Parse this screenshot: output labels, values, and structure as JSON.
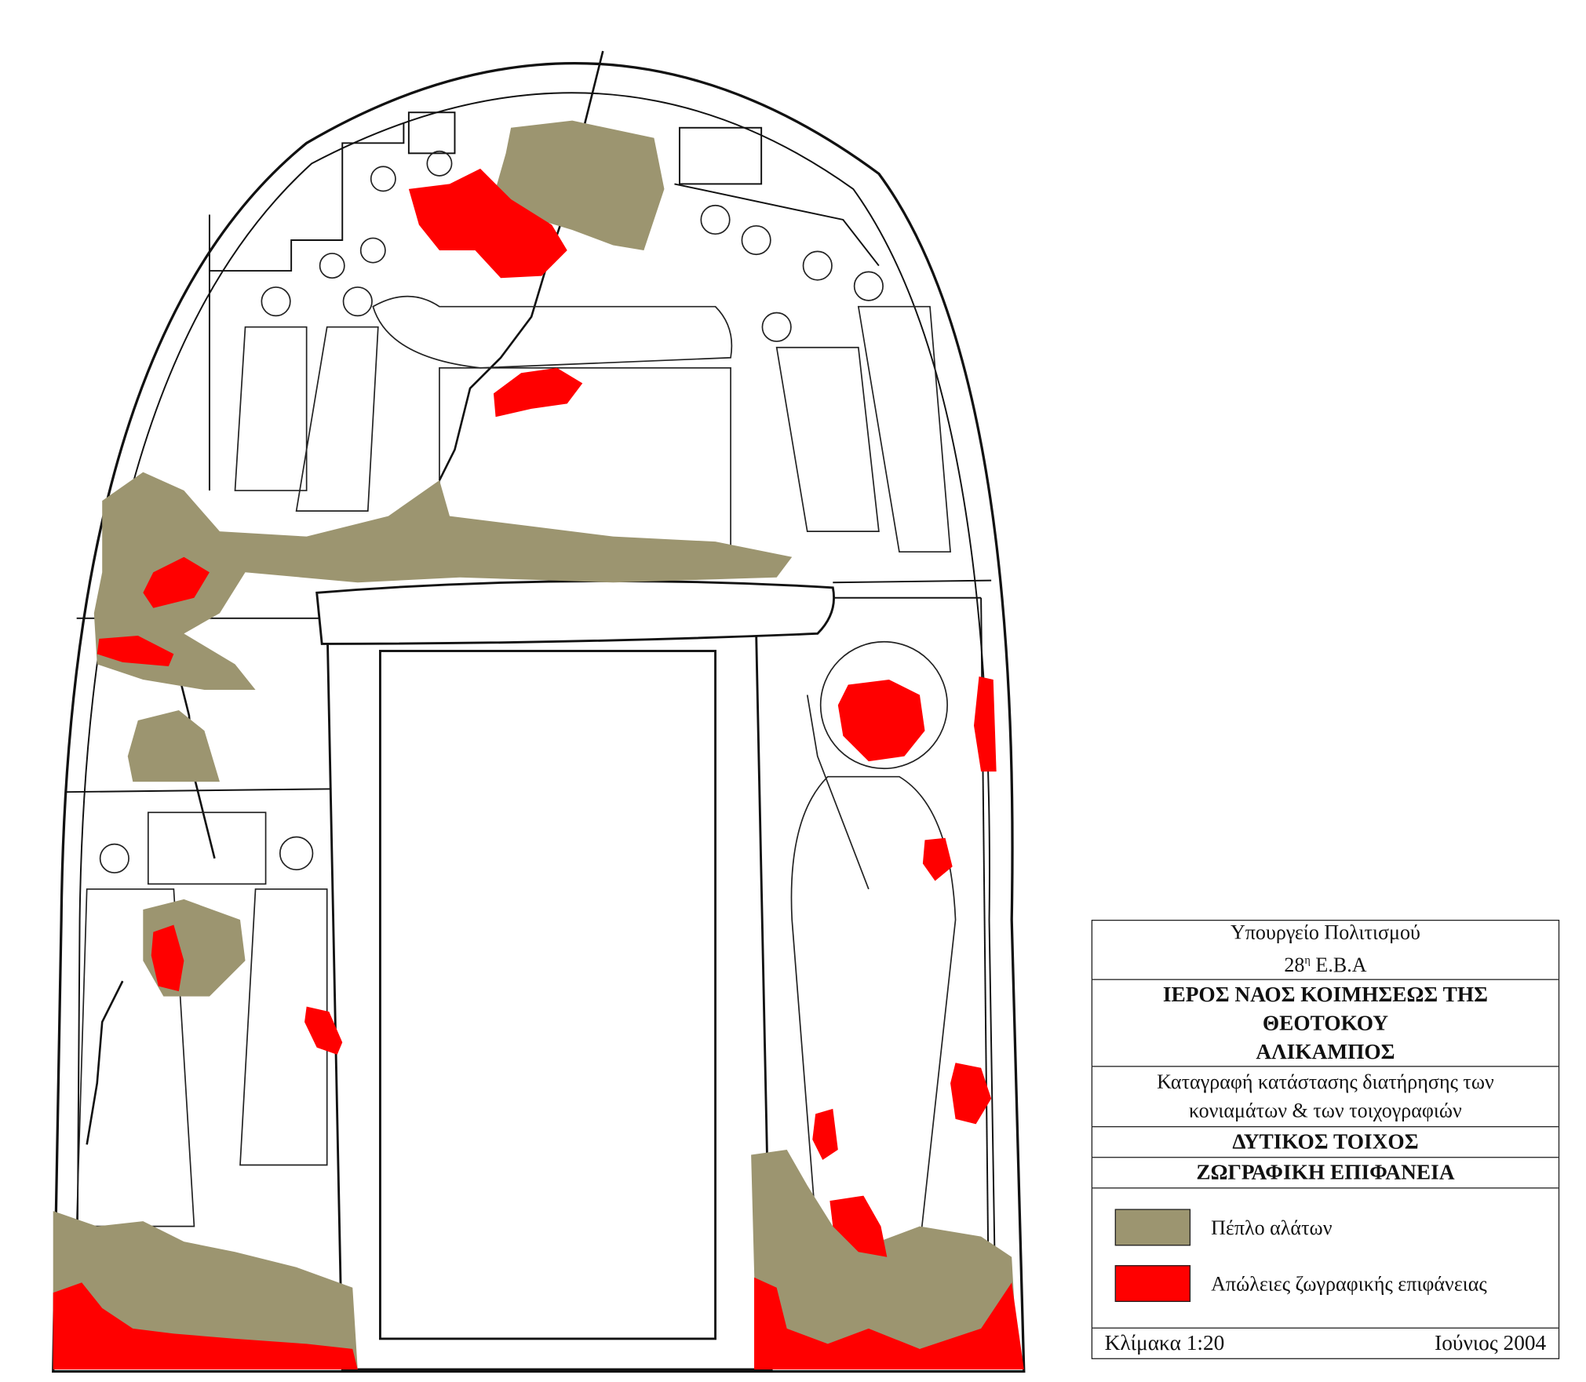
{
  "title_block": {
    "ministry": "Υπουργείο Πολιτισμού",
    "ephorate_number": "28",
    "ephorate_suffix": "η",
    "ephorate_name": "Ε.Β.Α",
    "church_line1": "ΙΕΡΟΣ ΝΑΟΣ ΚΟΙΜΗΣΕΩΣ ΤΗΣ",
    "church_line2": "ΘΕΟΤΟΚΟΥ",
    "church_line3": "ΑΛΙΚΑΜΠΟΣ",
    "description_line1": "Καταγραφή κατάστασης διατήρησης των",
    "description_line2": "κονιαμάτων & των τοιχογραφιών",
    "wall": "ΔΥΤΙΚΟΣ ΤΟΙΧΟΣ",
    "surface": "ΖΩΓΡΑΦΙΚΗ ΕΠΙΦΑΝΕΙΑ",
    "scale": "Κλίμακα 1:20",
    "date": "Ιούνιος 2004"
  },
  "legend": [
    {
      "label": "Πέπλο αλάτων",
      "color": "#9c9570"
    },
    {
      "label": "Απώλειες ζωγραφικής επιφάνειας",
      "color": "#ff0000"
    }
  ]
}
